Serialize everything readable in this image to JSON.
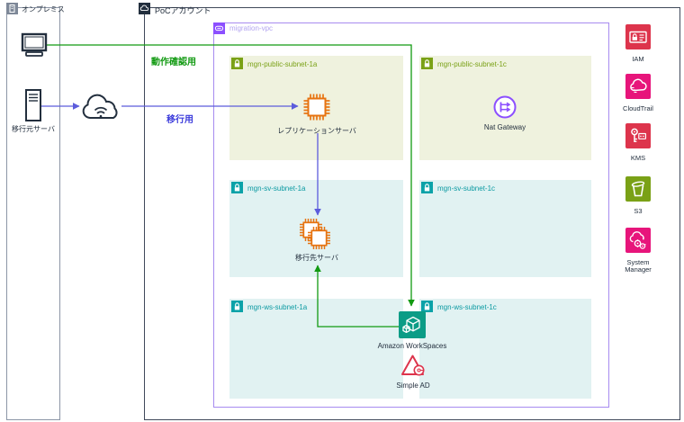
{
  "onprem": {
    "title": "オンプレミス",
    "server_label": "移行元サーバ"
  },
  "account": {
    "title": "PoCアカウント"
  },
  "vpc": {
    "title": "migration-vpc"
  },
  "flow_labels": {
    "verification": "動作確認用",
    "migration": "移行用"
  },
  "subnets": [
    {
      "label": "mgn-public-subnet-1a",
      "type": "public"
    },
    {
      "label": "mgn-public-subnet-1c",
      "type": "public"
    },
    {
      "label": "mgn-sv-subnet-1a",
      "type": "private"
    },
    {
      "label": "mgn-sv-subnet-1c",
      "type": "private"
    },
    {
      "label": "mgn-ws-subnet-1a",
      "type": "private"
    },
    {
      "label": "mgn-ws-subnet-1c",
      "type": "private"
    }
  ],
  "nodes": {
    "replication_server": "レプリケーションサーバ",
    "nat_gateway": "Nat Gateway",
    "target_server": "移行先サーバ",
    "workspaces": "Amazon WorkSpaces",
    "simple_ad": "Simple AD"
  },
  "services": [
    {
      "name": "IAM",
      "color": "#DD344C"
    },
    {
      "name": "CloudTrail",
      "color": "#E7157B"
    },
    {
      "name": "KMS",
      "color": "#DD344C"
    },
    {
      "name": "S3",
      "color": "#7AA116"
    },
    {
      "name": "System Manager",
      "color": "#E7157B"
    }
  ],
  "colors": {
    "flow_green": "#129A12",
    "flow_blue": "#5C5CDC",
    "ec2_orange": "#E77310",
    "vpc_purple": "#8C4FFF",
    "public_subnet": "#7AA116",
    "private_subnet": "#0B9AA2",
    "workspaces_teal": "#0B9C86",
    "simple_ad_red": "#DD344C",
    "account_dark": "#232F3E"
  }
}
